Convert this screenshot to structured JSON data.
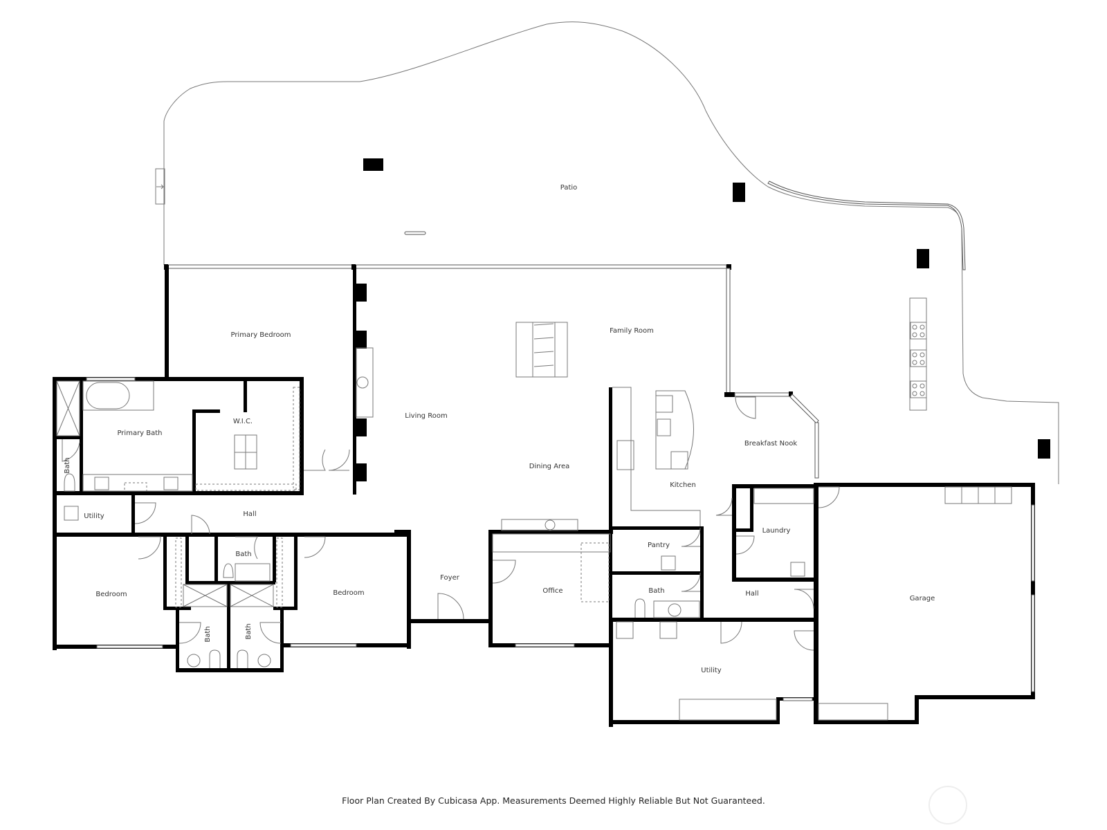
{
  "plan": {
    "rooms": {
      "patio": "Patio",
      "primary_bedroom": "Primary Bedroom",
      "primary_bath": "Primary Bath",
      "wic": "W.I.C.",
      "bath_primary_wc": "Bath",
      "living_room": "Living Room",
      "family_room": "Family Room",
      "dining_area": "Dining Area",
      "kitchen": "Kitchen",
      "breakfast_nook": "Breakfast Nook",
      "utility_west": "Utility",
      "hall_west": "Hall",
      "bedroom_west": "Bedroom",
      "bath_hall": "Bath",
      "bath_jack_left": "Bath",
      "bath_jack_right": "Bath",
      "bedroom_east": "Bedroom",
      "foyer": "Foyer",
      "office": "Office",
      "pantry": "Pantry",
      "bath_kitchen": "Bath",
      "laundry": "Laundry",
      "hall_east": "Hall",
      "utility_east": "Utility",
      "garage": "Garage"
    }
  },
  "footer": {
    "disclaimer": "Floor Plan Created By Cubicasa App. Measurements Deemed Highly Reliable But Not Guaranteed."
  }
}
